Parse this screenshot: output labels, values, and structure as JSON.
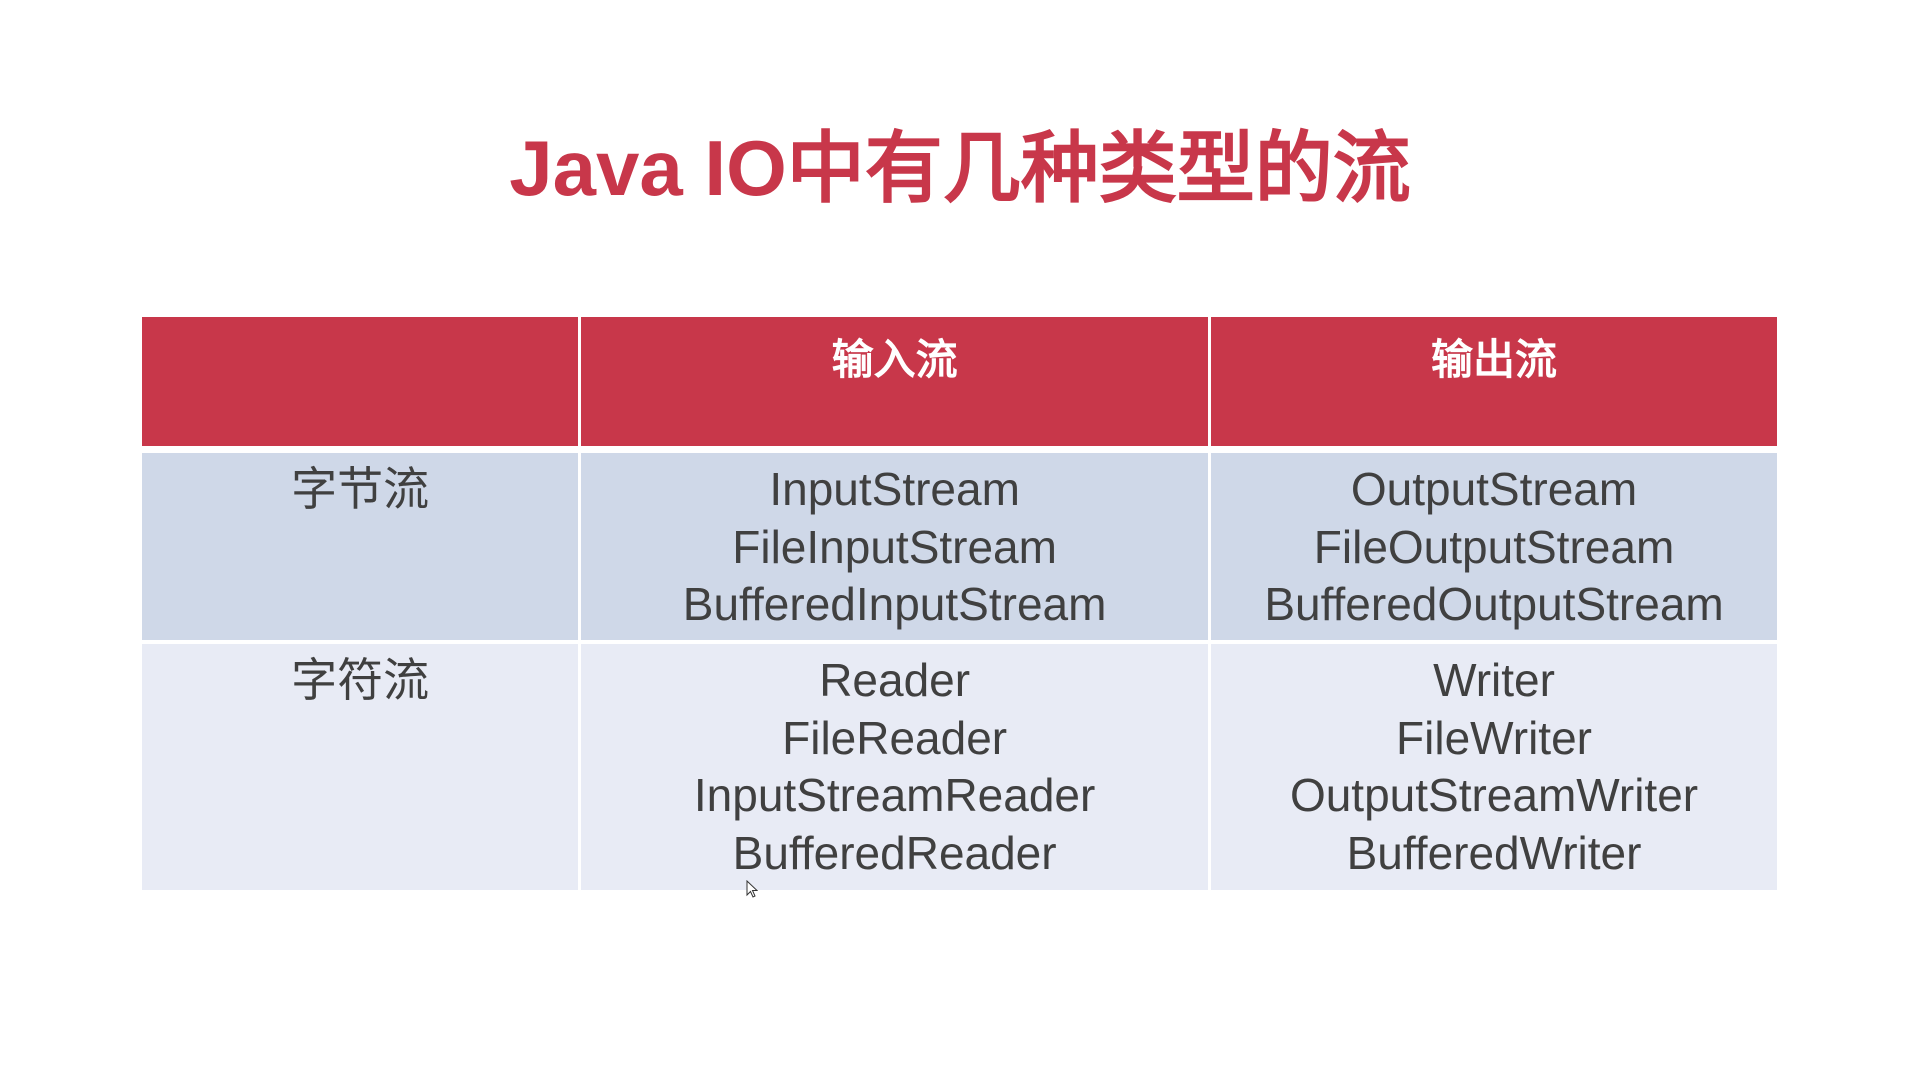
{
  "title": "Java IO中有几种类型的流",
  "table": {
    "headers": [
      "",
      "输入流",
      "输出流"
    ],
    "rows": [
      {
        "label": "字节流",
        "input": [
          "InputStream",
          "FileInputStream",
          "BufferedInputStream"
        ],
        "output": [
          "OutputStream",
          "FileOutputStream",
          "BufferedOutputStream"
        ]
      },
      {
        "label": "字符流",
        "input": [
          "Reader",
          "FileReader",
          "InputStreamReader",
          "BufferedReader"
        ],
        "output": [
          "Writer",
          "FileWriter",
          "OutputStreamWriter",
          "BufferedWriter"
        ]
      }
    ]
  },
  "colors": {
    "accent": "#c8374a",
    "row_odd": "#cfd8e8",
    "row_even": "#e8ebf5"
  }
}
